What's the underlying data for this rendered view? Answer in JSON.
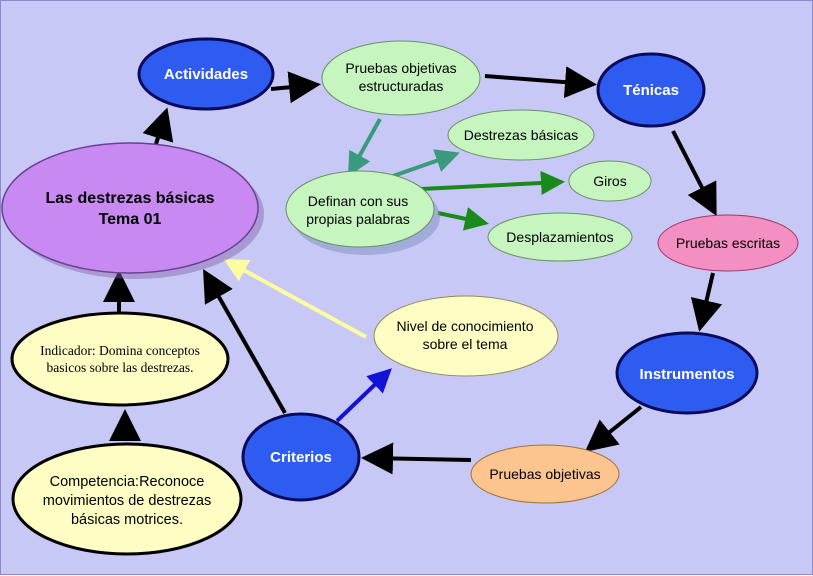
{
  "colors": {
    "background": "#c8c8f6",
    "dark_blue_node": "#2f5cf0",
    "purple_node": "#c88af2",
    "yellow_node": "#fdfdc4",
    "green_node": "#c6f5c0",
    "pink_node": "#f38fc2",
    "orange_node": "#fcc48e",
    "edge_black": "#000000",
    "edge_teal": "#3a9a7e",
    "edge_green": "#1a8a1a",
    "edge_blue": "#1212d8",
    "edge_light_yellow": "#fdfda0"
  },
  "nodes": {
    "destrezas": {
      "line1": "Las destrezas básicas",
      "line2": "Tema 01"
    },
    "actividades": {
      "label": "Actividades"
    },
    "pruebas_obj_estr": {
      "line1": "Pruebas objetivas",
      "line2": "estructuradas"
    },
    "tenicas": {
      "label": "Ténicas"
    },
    "definan": {
      "line1": "Definan con sus",
      "line2": "propias palabras"
    },
    "destrezas_basicas": {
      "label": "Destrezas básicas"
    },
    "giros": {
      "label": "Giros"
    },
    "desplazamientos": {
      "label": "Desplazamientos"
    },
    "pruebas_escritas": {
      "label": "Pruebas escritas"
    },
    "instrumentos": {
      "label": "Instrumentos"
    },
    "pruebas_objetivas": {
      "label": "Pruebas objetivas"
    },
    "criterios": {
      "label": "Criterios"
    },
    "nivel": {
      "line1": "Nivel de conocimiento",
      "line2": "sobre el tema"
    },
    "indicador": {
      "line1": "Indicador: Domina conceptos",
      "line2": "basicos sobre las destrezas."
    },
    "competencia": {
      "line1": "Competencia:Reconoce",
      "line2": "movimientos de destrezas",
      "line3": "básicas motrices."
    }
  }
}
